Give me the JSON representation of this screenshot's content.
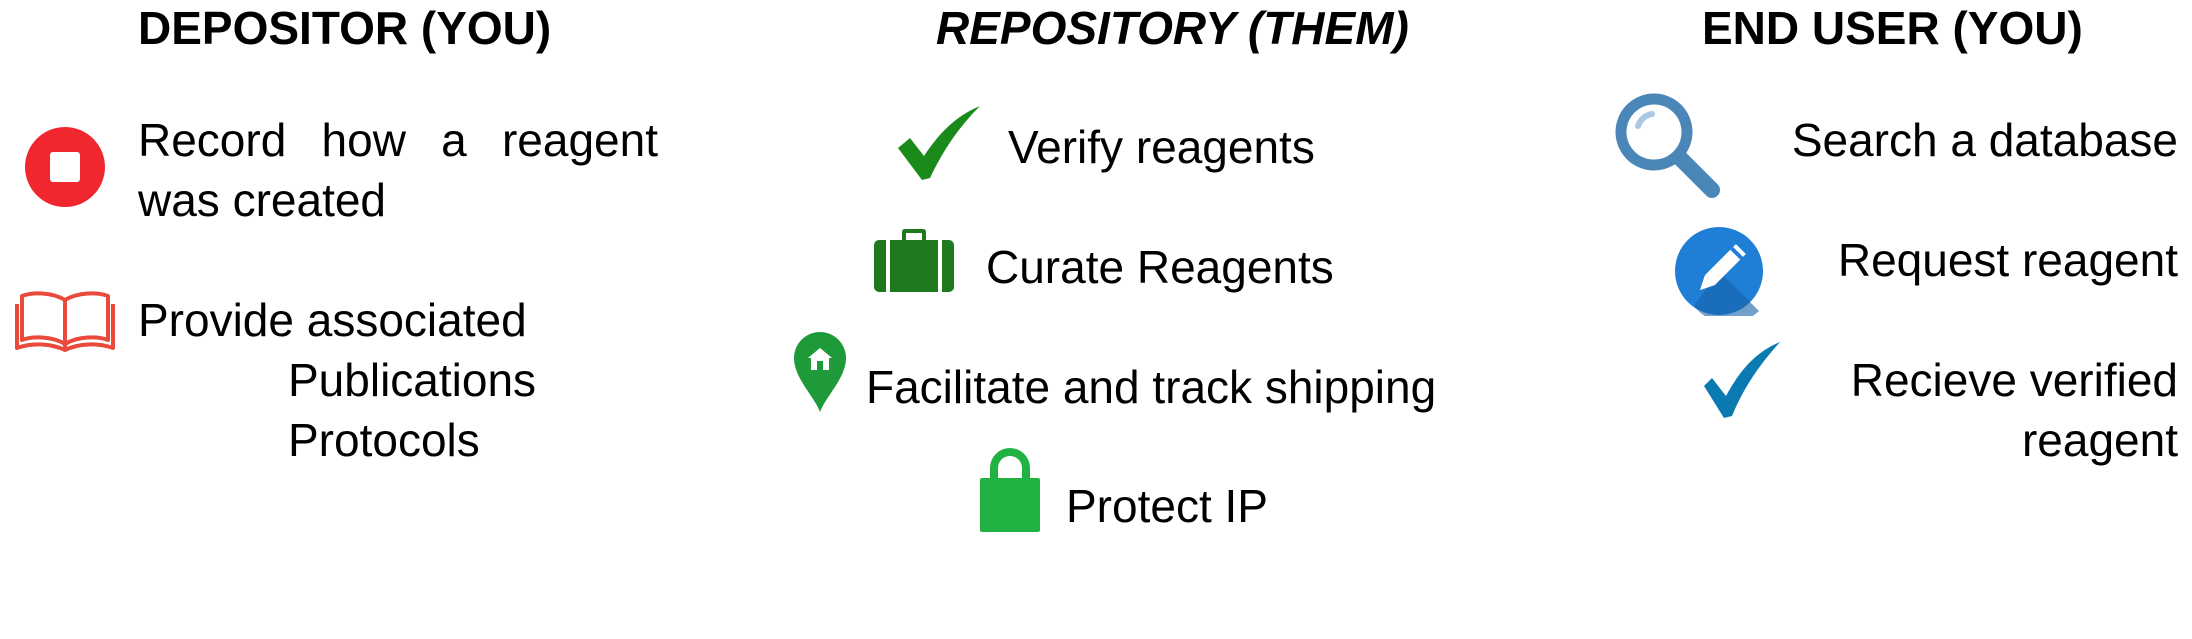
{
  "depositor": {
    "title": "DEPOSITOR (YOU)",
    "record_line1": "Record how a reagent",
    "record_line2": "was created",
    "provide": "Provide associated",
    "publications": "Publications",
    "protocols": "Protocols",
    "icons": [
      "stop-icon",
      "book-icon"
    ],
    "accent": "#f0272e"
  },
  "repository": {
    "title": "REPOSITORY (THEM)",
    "items": [
      {
        "label": "Verify reagents",
        "icon": "check-icon",
        "color": "#1a8a1a"
      },
      {
        "label": "Curate Reagents",
        "icon": "briefcase-icon",
        "color": "#1f7a1f"
      },
      {
        "label": "Facilitate and track shipping",
        "icon": "location-pin-icon",
        "color": "#1f9a3a"
      },
      {
        "label": "Protect IP",
        "icon": "lock-icon",
        "color": "#22b244"
      }
    ]
  },
  "end_user": {
    "title": "END USER (YOU)",
    "items": [
      {
        "label": "Search a database",
        "icon": "magnifier-icon",
        "color": "#4a86b8"
      },
      {
        "label": "Request reagent",
        "icon": "pencil-icon",
        "color": "#1f7fd6"
      },
      {
        "label": "Recieve verified",
        "label2": "reagent",
        "icon": "check-icon",
        "color": "#0a7ab0"
      }
    ]
  }
}
